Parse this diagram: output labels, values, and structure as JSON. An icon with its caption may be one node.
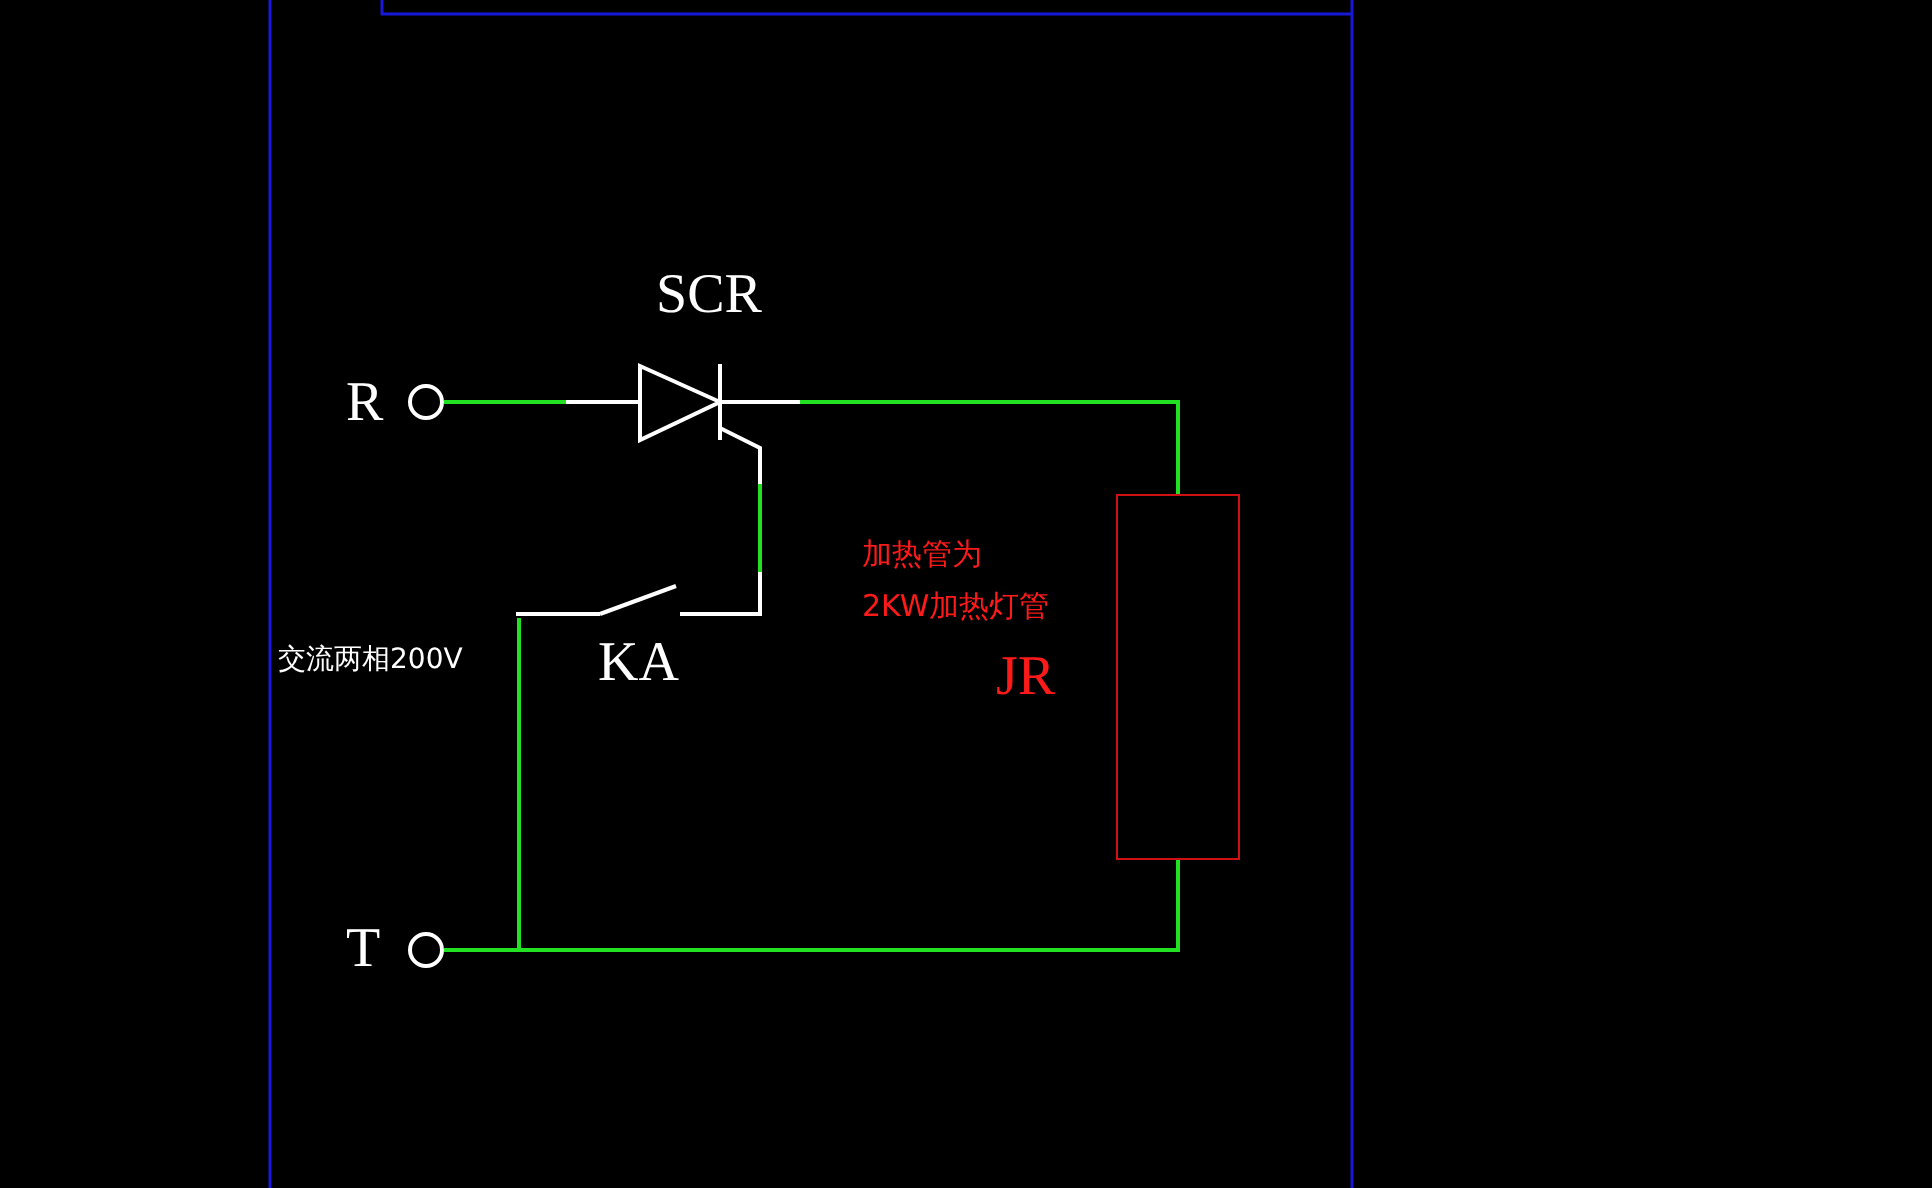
{
  "diagram": {
    "nodes": [
      {
        "text": [],
        "shape": "circle",
        "beside": [
          "R"
        ]
      },
      {
        "text": [],
        "shape": "circle",
        "beside": [
          "T"
        ]
      },
      {
        "text": [],
        "shape": "thyristor",
        "beside": [
          "SCR"
        ]
      },
      {
        "text": [],
        "shape": "switch",
        "beside": [
          "KA"
        ]
      },
      {
        "text": [],
        "shape": "box",
        "beside": [
          "加热管为",
          "2KW加热灯管",
          "JR"
        ]
      }
    ],
    "edges": [
      {
        "from": 0,
        "to": 2,
        "arrow": "none"
      },
      {
        "from": 2,
        "to": 4,
        "arrow": "none"
      },
      {
        "from": 2,
        "to": 3,
        "arrow": "none"
      },
      {
        "from": 3,
        "to": 1,
        "arrow": "none"
      },
      {
        "from": 4,
        "to": 1,
        "arrow": "none"
      }
    ],
    "labels": [
      "交流两相200V"
    ]
  }
}
